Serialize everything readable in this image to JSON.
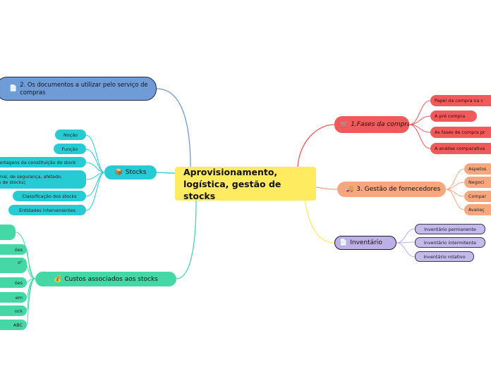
{
  "central": {
    "title": "Aprovisionamento, logística,  gestão de stocks"
  },
  "left": {
    "documentos": {
      "label": "2. Os documentos a utilizar pelo serviço de compras",
      "icon": "document-icon"
    },
    "stocks": {
      "label": "Stocks",
      "icon": "package-icon",
      "children": [
        "Noção",
        "Função",
        "antagens da constituição do stock",
        "mal, de segurança, afetado,\ns de stocks)",
        "Classificação dos stocks",
        "Entidades intervenientes"
      ]
    },
    "custos": {
      "label": "Custos associados aos stocks",
      "icon": "money-bag-icon",
      "children": [
        "",
        "ões",
        "o\"",
        "ões",
        "em",
        "ock",
        "ABC"
      ]
    }
  },
  "right": {
    "fases": {
      "label": "1.Fases da compra",
      "icon": "shopping-cart-icon",
      "children": [
        "Papel da compra na c",
        "A pré compra",
        "As fases de compra pr",
        "A análise comparativa"
      ]
    },
    "gestao": {
      "label": "3. Gestão de fornecedores",
      "icon": "delivery-truck-icon",
      "children": [
        "Aspetos",
        "Negoci",
        "Compar",
        "Avaliaç"
      ]
    },
    "inventario": {
      "label": "Inventário",
      "icon": "document-icon",
      "children": [
        "Inventário permanente",
        "Inventário intermitente",
        "Inventário rotativo"
      ]
    }
  },
  "colors": {
    "central": "#ffeb60",
    "documentos": "#6f9bd6",
    "stocks": "#27cbd4",
    "custos": "#45d8a6",
    "fases": "#f05a5a",
    "gestao": "#f7a77e",
    "inventario": "#bcb0e6"
  }
}
